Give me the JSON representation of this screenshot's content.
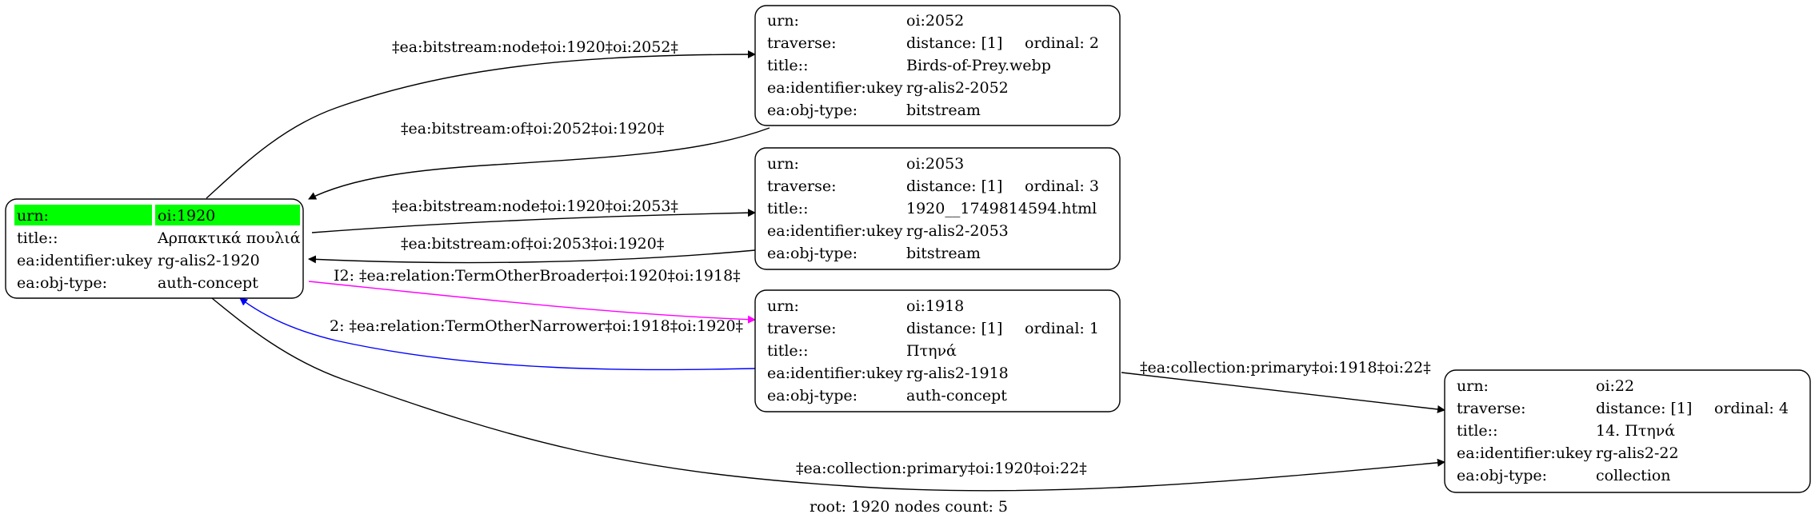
{
  "nodes": {
    "root": {
      "rows": [
        {
          "key": "urn:",
          "value": "oi:1920"
        },
        {
          "key": "title::",
          "value": "Αρπακτικά πουλιά"
        },
        {
          "key": "ea:identifier:ukey",
          "value": "rg-alis2-1920"
        },
        {
          "key": "ea:obj-type:",
          "value": "auth-concept"
        }
      ],
      "highlight_color": "#00ff00"
    },
    "n2052": {
      "rows": [
        {
          "key": "urn:",
          "value": "oi:2052"
        },
        {
          "key": "traverse:",
          "value": "distance: [1]",
          "extra": "ordinal: 2"
        },
        {
          "key": "title::",
          "value": "Birds-of-Prey.webp"
        },
        {
          "key": "ea:identifier:ukey",
          "value": "rg-alis2-2052"
        },
        {
          "key": "ea:obj-type:",
          "value": "bitstream"
        }
      ]
    },
    "n2053": {
      "rows": [
        {
          "key": "urn:",
          "value": "oi:2053"
        },
        {
          "key": "traverse:",
          "value": "distance: [1]",
          "extra": "ordinal: 3"
        },
        {
          "key": "title::",
          "value": "1920__1749814594.html"
        },
        {
          "key": "ea:identifier:ukey",
          "value": "rg-alis2-2053"
        },
        {
          "key": "ea:obj-type:",
          "value": "bitstream"
        }
      ]
    },
    "n1918": {
      "rows": [
        {
          "key": "urn:",
          "value": "oi:1918"
        },
        {
          "key": "traverse:",
          "value": "distance: [1]",
          "extra": "ordinal: 1"
        },
        {
          "key": "title::",
          "value": "Πτηνά"
        },
        {
          "key": "ea:identifier:ukey",
          "value": "rg-alis2-1918"
        },
        {
          "key": "ea:obj-type:",
          "value": "auth-concept"
        }
      ]
    },
    "n22": {
      "rows": [
        {
          "key": "urn:",
          "value": "oi:22"
        },
        {
          "key": "traverse:",
          "value": "distance: [1]",
          "extra": "ordinal: 4"
        },
        {
          "key": "title::",
          "value": "14. Πτηνά"
        },
        {
          "key": "ea:identifier:ukey",
          "value": "rg-alis2-22"
        },
        {
          "key": "ea:obj-type:",
          "value": "collection"
        }
      ]
    }
  },
  "edges": {
    "e_node_2052": {
      "label": "‡ea:bitstream:node‡oi:1920‡oi:2052‡",
      "color": "#000000"
    },
    "e_of_2052": {
      "label": "‡ea:bitstream:of‡oi:2052‡oi:1920‡",
      "color": "#000000"
    },
    "e_node_2053": {
      "label": "‡ea:bitstream:node‡oi:1920‡oi:2053‡",
      "color": "#000000"
    },
    "e_of_2053": {
      "label": "‡ea:bitstream:of‡oi:2053‡oi:1920‡",
      "color": "#000000"
    },
    "e_broader": {
      "label": "I2: ‡ea:relation:TermOtherBroader‡oi:1920‡oi:1918‡",
      "color": "#ff00ff"
    },
    "e_narrower": {
      "label": "2: ‡ea:relation:TermOtherNarrower‡oi:1918‡oi:1920‡",
      "color": "#0000ff"
    },
    "e_coll_1918": {
      "label": "‡ea:collection:primary‡oi:1918‡oi:22‡",
      "color": "#000000"
    },
    "e_coll_1920": {
      "label": "‡ea:collection:primary‡oi:1920‡oi:22‡",
      "color": "#000000"
    }
  },
  "footer": "root: 1920 nodes count: 5"
}
